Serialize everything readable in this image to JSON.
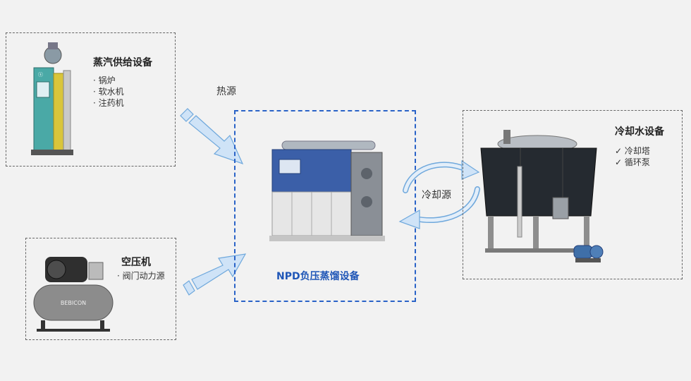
{
  "steam": {
    "title": "蒸汽供给设备",
    "items": [
      "锅炉",
      "软水机",
      "注药机"
    ]
  },
  "compressor": {
    "title": "空压机",
    "items": [
      "阀门动力源"
    ]
  },
  "center": {
    "title": "NPD负压蒸馏设备"
  },
  "cooling": {
    "title": "冷却水设备",
    "items": [
      "冷却塔",
      "循环泵"
    ]
  },
  "labels": {
    "heat_source": "热源",
    "cool_source": "冷却源"
  },
  "colors": {
    "accent_blue": "#2a63c8",
    "arrow_fill": "#cfe3f7",
    "arrow_stroke": "#6fa8dc"
  }
}
